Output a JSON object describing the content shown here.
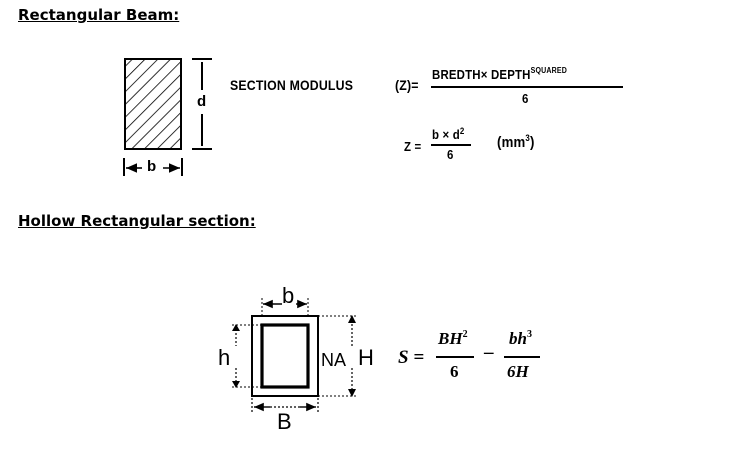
{
  "rect_section": {
    "heading": "Rectangular Beam:",
    "dim_b": "b",
    "dim_d": "d",
    "formula_label": "SECTION MODULUS",
    "formula_z": "(Z)=",
    "numerator_word1": "BREDTH",
    "times": "×",
    "numerator_word2": "DEPTH",
    "numerator_super": "SQUARED",
    "denominator": "6",
    "z_eq": "Z =",
    "z_num_b": "b",
    "z_num_x": "×",
    "z_num_d": "d",
    "z_num_exp": "2",
    "z_den": "6",
    "units_open": "(mm",
    "units_exp": "3",
    "units_close": ")"
  },
  "hollow_section": {
    "heading": "Hollow Rectangular section:",
    "dim_b_inner": "b",
    "dim_h_inner": "h",
    "dim_na": "NA",
    "dim_H_outer": "H",
    "dim_B_outer": "B",
    "s_eq": "S =",
    "term1_num_base": "BH",
    "term1_num_exp": "2",
    "term1_den": "6",
    "minus": "–",
    "term2_num_base": "bh",
    "term2_num_exp": "3",
    "term2_den": "6H"
  }
}
